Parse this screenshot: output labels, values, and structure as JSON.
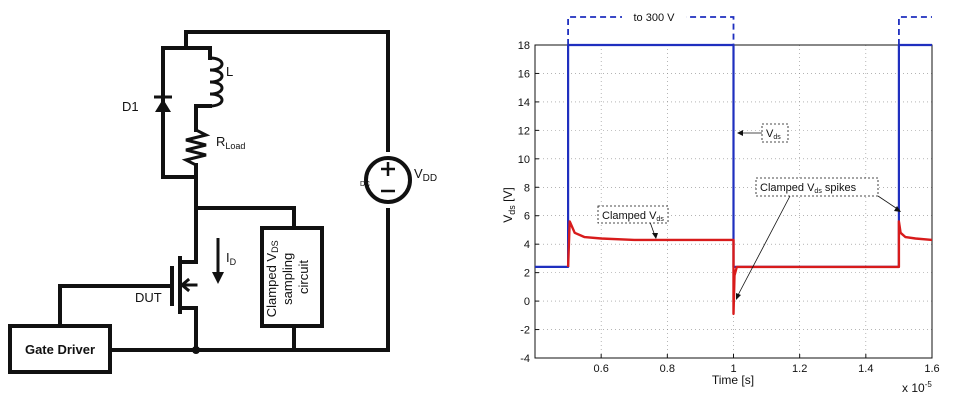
{
  "schematic": {
    "inductor_label": "L",
    "diode_label": "D1",
    "load_label_main": "R",
    "load_label_sub": "Load",
    "source_label_main": "V",
    "source_label_sub": "DD",
    "source_type": "DC",
    "current_label_main": "I",
    "current_label_sub": "D",
    "dut_label": "DUT",
    "gate_driver_label": "Gate Driver",
    "sampling_line1_main": "Clamped V",
    "sampling_line1_sub": "DS",
    "sampling_line2": "sampling",
    "sampling_line3": "circuit"
  },
  "chart_data": {
    "type": "line",
    "xlabel": "Time [s]",
    "x_multiplier_label": "x 10",
    "x_multiplier_exp": "-5",
    "ylabel_main": "V",
    "ylabel_sub": "ds",
    "ylabel_unit": "[V]",
    "xlim": [
      0.4,
      1.6
    ],
    "ylim": [
      -4,
      18
    ],
    "xticks": [
      "0.6",
      "0.8",
      "1",
      "1.2",
      "1.4",
      "1.6"
    ],
    "yticks": [
      "-4",
      "-2",
      "0",
      "2",
      "4",
      "6",
      "8",
      "10",
      "12",
      "14",
      "16",
      "18"
    ],
    "grid": true,
    "overrange_label": "to 300 V",
    "series": [
      {
        "name": "Vds",
        "color": "#1f2fbf",
        "x": [
          0.4,
          0.5,
          0.5,
          1.0,
          1.0,
          1.5,
          1.5,
          1.6
        ],
        "y": [
          2.4,
          2.4,
          18,
          18,
          2.4,
          2.4,
          18,
          18
        ]
      },
      {
        "name": "Clamped Vds",
        "color": "#d81b1b",
        "x": [
          0.5,
          0.505,
          0.52,
          0.55,
          0.6,
          0.7,
          0.8,
          0.9,
          0.99,
          1.0,
          1.0,
          1.003,
          1.01,
          1.5,
          1.5,
          1.505,
          1.52,
          1.55,
          1.6
        ],
        "y": [
          2.4,
          5.6,
          4.8,
          4.5,
          4.4,
          4.3,
          4.3,
          4.3,
          4.3,
          4.3,
          -0.9,
          1.8,
          2.4,
          2.4,
          5.6,
          4.8,
          4.5,
          4.4,
          4.3
        ]
      }
    ],
    "annotations": {
      "vds_label_main": "V",
      "vds_label_sub": "ds",
      "clamped_label_main": "Clamped V",
      "clamped_label_sub": "ds",
      "spikes_label_main": "Clamped V",
      "spikes_label_sub": "ds",
      "spikes_label_end": " spikes"
    }
  }
}
